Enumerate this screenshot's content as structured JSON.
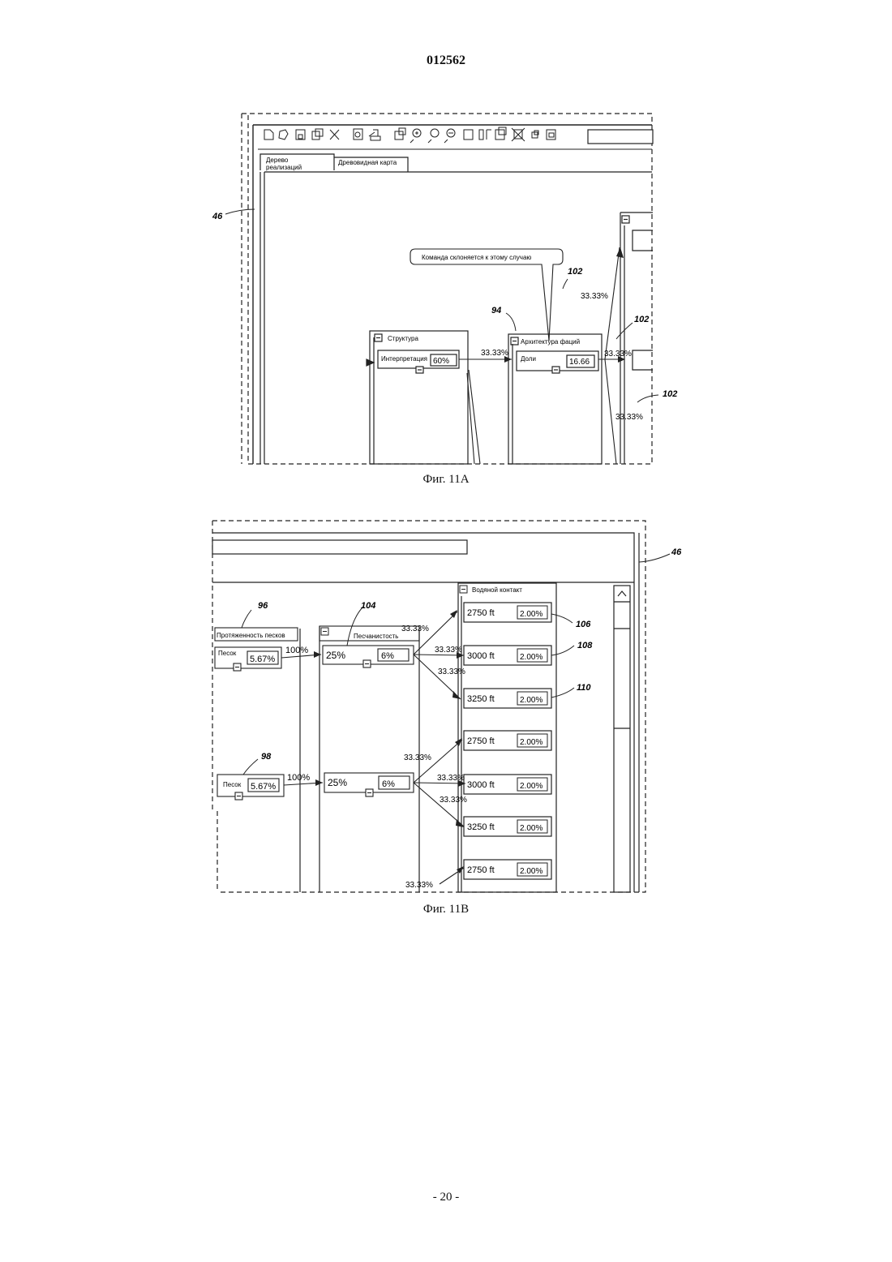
{
  "header": {
    "doc_number": "012562"
  },
  "fig_a": {
    "caption": "Фиг. 11А",
    "tabs": [
      "Дерево реализаций",
      "Древовидная карта"
    ],
    "callout": "Команда склоняется к этому случаю",
    "nodes": {
      "structure": {
        "title": "Структура",
        "field_label": "Интерпретация",
        "field_value": "60%"
      },
      "facies": {
        "title": "Архитектура фаций",
        "field_label": "Доли",
        "field_value": "16.66"
      }
    },
    "percent_labels": [
      "33.33%",
      "33.33%",
      "33.33%",
      "33.33%"
    ],
    "refs": [
      "46",
      "94",
      "102",
      "102",
      "102"
    ]
  },
  "fig_b": {
    "caption": "Фиг. 11В",
    "columns": {
      "sand_extent": {
        "title": "Протяженность песков"
      },
      "sandiness": {
        "title": "Песчанистость"
      },
      "water_contact": {
        "title": "Водяной  контакт"
      }
    },
    "sand_nodes": [
      {
        "label": "Песок",
        "value": "5.67%"
      },
      {
        "label": "Песок",
        "value": "5.67%"
      }
    ],
    "sandiness_nodes": [
      {
        "value": "25%",
        "pct": "6%"
      },
      {
        "value": "25%",
        "pct": "6%"
      }
    ],
    "contact_nodes": [
      {
        "depth": "2750 ft",
        "value": "2.00%"
      },
      {
        "depth": "3000 ft",
        "value": "2.00%"
      },
      {
        "depth": "3250 ft",
        "value": "2.00%"
      },
      {
        "depth": "2750 ft",
        "value": "2.00%"
      },
      {
        "depth": "3000 ft",
        "value": "2.00%"
      },
      {
        "depth": "3250 ft",
        "value": "2.00%"
      },
      {
        "depth": "2750 ft",
        "value": "2.00%"
      }
    ],
    "edge_labels": [
      "100%",
      "100%",
      "33.33%",
      "33.33%",
      "33.33%",
      "33.33%",
      "33.33%",
      "33.33%",
      "33.33%"
    ],
    "refs": [
      "96",
      "104",
      "106",
      "108",
      "110",
      "98",
      "46"
    ]
  },
  "footer": {
    "page_number": "- 20 -"
  }
}
